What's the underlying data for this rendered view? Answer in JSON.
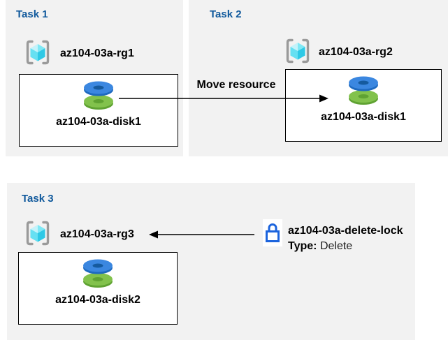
{
  "tasks": [
    {
      "title": "Task 1",
      "resource_group": "az104-03a-rg1",
      "disk": "az104-03a-disk1"
    },
    {
      "title": "Task 2",
      "resource_group": "az104-03a-rg2",
      "disk": "az104-03a-disk1"
    },
    {
      "title": "Task 3",
      "resource_group": "az104-03a-rg3",
      "disk": "az104-03a-disk2"
    }
  ],
  "arrows": {
    "move_label": "Move resource"
  },
  "lock": {
    "name": "az104-03a-delete-lock",
    "type_label": "Type:",
    "type_value": "Delete"
  },
  "icons": {
    "resource_group": "azure-resource-group-cube-in-brackets",
    "disk": "stacked-blue-green-disks",
    "lock": "blue-outline-padlock",
    "move_arrow": "black-arrow-right",
    "lock_arrow": "black-arrow-left"
  },
  "colors": {
    "panel_bg": "#f2f2f2",
    "title_blue": "#10599c",
    "box_border": "#000000",
    "disk_blue": "#3b87e0",
    "disk_blue_dark": "#1e6ac0",
    "disk_green": "#82c24c",
    "disk_green_dark": "#5fa232",
    "lock_blue": "#1c64dd",
    "bracket_gray": "#9a9a9a",
    "cube_cyan_light": "#c4f3fa",
    "cube_cyan": "#7fe8f5",
    "cube_cyan_deep": "#2ec9e6"
  }
}
